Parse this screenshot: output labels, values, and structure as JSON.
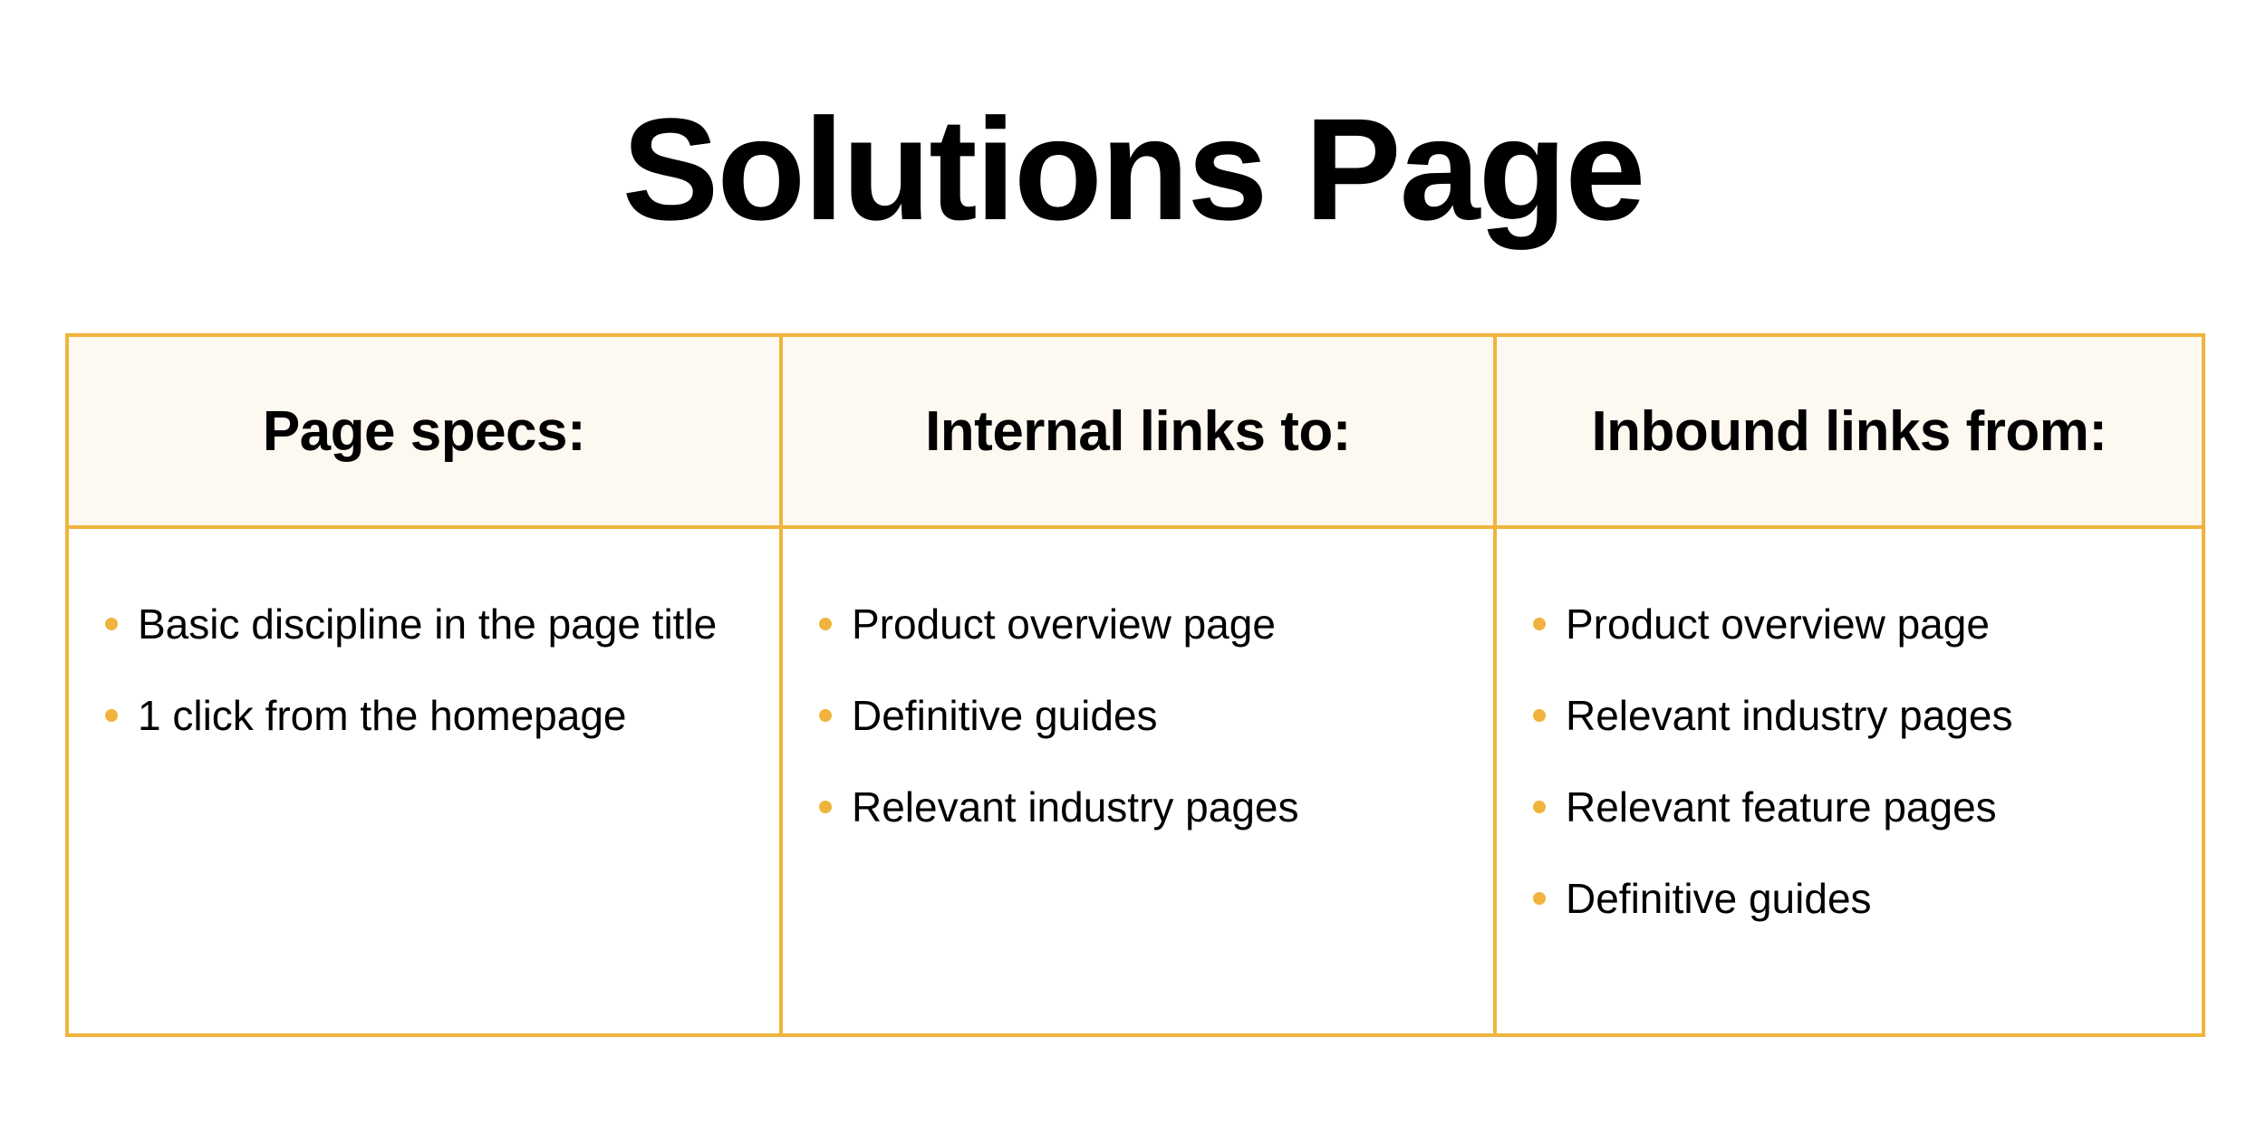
{
  "page": {
    "title": "Solutions Page"
  },
  "colors": {
    "accent": "#f0b43c",
    "header_bg": "#fdf8f0"
  },
  "table": {
    "columns": [
      {
        "heading": "Page specs:",
        "items": [
          "Basic discipline in the page title",
          "1 click from the homepage"
        ]
      },
      {
        "heading": "Internal links to:",
        "items": [
          "Product overview page",
          "Definitive guides",
          "Relevant industry pages"
        ]
      },
      {
        "heading": "Inbound links from:",
        "items": [
          "Product overview page",
          "Relevant industry pages",
          "Relevant feature pages",
          "Definitive guides"
        ]
      }
    ]
  }
}
